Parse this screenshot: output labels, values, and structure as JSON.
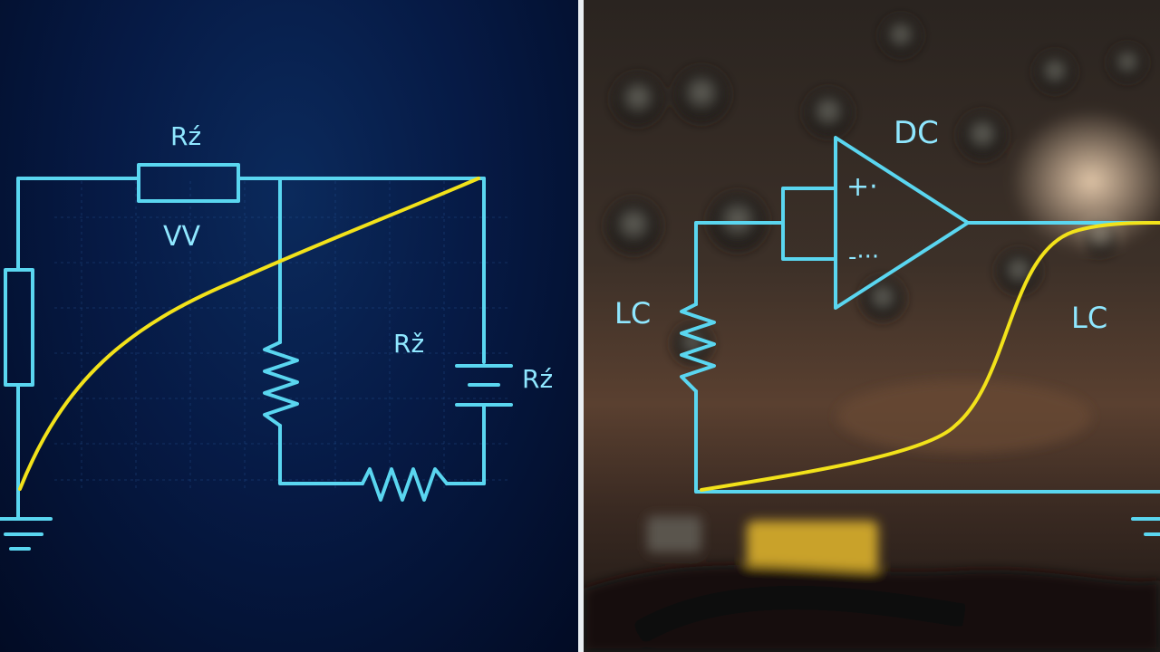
{
  "colors": {
    "wire": "#5ad6f0",
    "curve": "#f2e21a",
    "left_background": "#061a45",
    "divider": "#e9eef2",
    "label": "#8fe7ff"
  },
  "left_diagram": {
    "labels": {
      "top_resistor": "Rź",
      "series_resistor": "VV",
      "middle_resistor": "Rž",
      "battery": "Rź"
    }
  },
  "right_diagram": {
    "labels": {
      "op_amp": "DC",
      "input_inductor": "LC",
      "output_curve": "LC",
      "plus_terminal": "+·",
      "minus_terminal": "-···"
    }
  }
}
